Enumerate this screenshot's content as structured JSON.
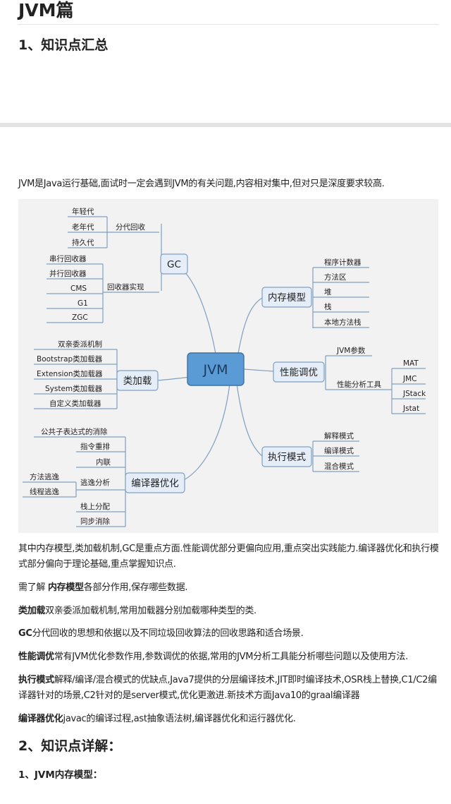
{
  "page": {
    "title": "JVM篇",
    "section1": "1、知识点汇总",
    "intro": "JVM是Java运行基础,面试时一定会遇到JVM的有关问题,内容相对集中,但对只是深度要求较高.",
    "summary": "其中内存模型,类加载机制,GC是重点方面.性能调优部分更偏向应用,重点突出实践能力.编译器优化和执行模式部分偏向于理论基础,重点掌握知识点.",
    "items": [
      {
        "pre": "需了解 ",
        "key": "内存模型",
        "text": "各部分作用,保存哪些数据."
      },
      {
        "pre": "",
        "key": "类加载",
        "text": "双亲委派加载机制,常用加载器分别加载哪种类型的类."
      },
      {
        "pre": "",
        "key": "GC",
        "text": "分代回收的思想和依据以及不同垃圾回收算法的回收思路和适合场景."
      },
      {
        "pre": "",
        "key": "性能调优",
        "text": "常有JVM优化参数作用,参数调优的依据,常用的JVM分析工具能分析哪些问题以及使用方法."
      },
      {
        "pre": "",
        "key": "执行模式",
        "text": "解释/编译/混合模式的优缺点,Java7提供的分层编译技术,JIT即时编译技术,OSR栈上替换,C1/C2编译器针对的场景,C2针对的是server模式,优化更激进.新技术方面Java10的graal编译器"
      },
      {
        "pre": "",
        "key": "编译器优化",
        "text": "javac的编译过程,ast抽象语法树,编译器优化和运行器优化."
      }
    ],
    "section2": "2、知识点详解：",
    "subsection1": "1、JVM内存模型："
  },
  "mindmap": {
    "root": "JVM",
    "gc": {
      "label": "GC",
      "gen_label": "分代回收",
      "gens": [
        "年轻代",
        "老年代",
        "持久代"
      ],
      "coll_label": "回收器实现",
      "collectors": [
        "串行回收器",
        "并行回收器",
        "CMS",
        "G1",
        "ZGC"
      ]
    },
    "classload": {
      "label": "类加载",
      "items": [
        "双亲委派机制",
        "Bootstrap类加载器",
        "Extension类加载器",
        "System类加载器",
        "自定义类加载器"
      ]
    },
    "compiler": {
      "label": "编译器优化",
      "top": [
        "公共子表达式的消除",
        "指令重排",
        "内联"
      ],
      "escape_label": "逃逸分析",
      "escape_items": [
        "方法逃逸",
        "线程逃逸"
      ],
      "bottom": [
        "栈上分配",
        "同步消除"
      ]
    },
    "memory": {
      "label": "内存模型",
      "items": [
        "程序计数器",
        "方法区",
        "堆",
        "栈",
        "本地方法栈"
      ]
    },
    "tuning": {
      "label": "性能调优",
      "params_label": "JVM参数",
      "tools_label": "性能分析工具",
      "tools": [
        "MAT",
        "JMC",
        "JStack",
        "Jstat"
      ]
    },
    "exec": {
      "label": "执行模式",
      "items": [
        "解释模式",
        "编译模式",
        "混合模式"
      ]
    },
    "colors": {
      "line": "#7f9fc2",
      "node_fill": "#e5eef8",
      "node_stroke": "#7f9fc2",
      "root_fill": "#5b9bd5",
      "root_stroke": "#41719c",
      "bg": "#f2f2f2"
    }
  }
}
